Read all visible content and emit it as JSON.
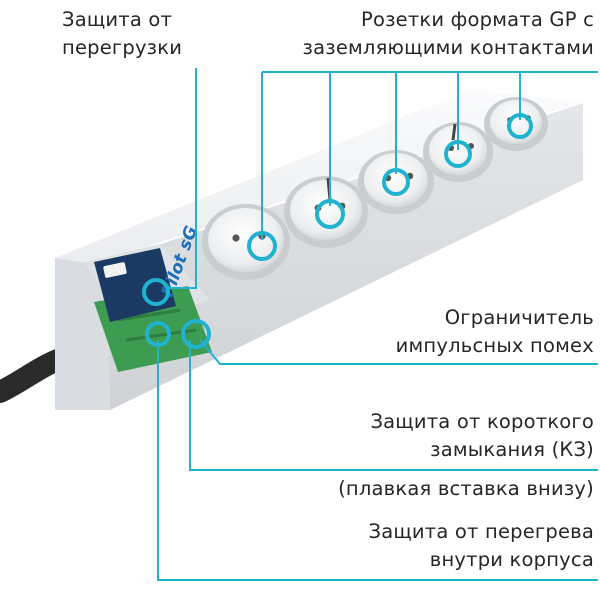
{
  "labels": {
    "overload": [
      "Защита от",
      "перегрузки"
    ],
    "sockets": [
      "Розетки формата GP с",
      "заземляющими контактами"
    ],
    "surge": [
      "Ограничитель",
      "импульсных помех"
    ],
    "short_circuit": [
      "Защита от короткого",
      "замыкания (КЗ)"
    ],
    "fuse_note": "(плавкая вставка внизу)",
    "overheat": [
      "Защита от перегрева",
      "внутри корпуса"
    ]
  },
  "brand": "Pilot sG",
  "colors": {
    "accent": "#1fb3cf",
    "text": "#262626",
    "body": "#f1f2f4",
    "pcb": "#3d9b52",
    "switch": "#1b3a63",
    "cable": "#2a2a2a"
  },
  "socket_count": 5
}
